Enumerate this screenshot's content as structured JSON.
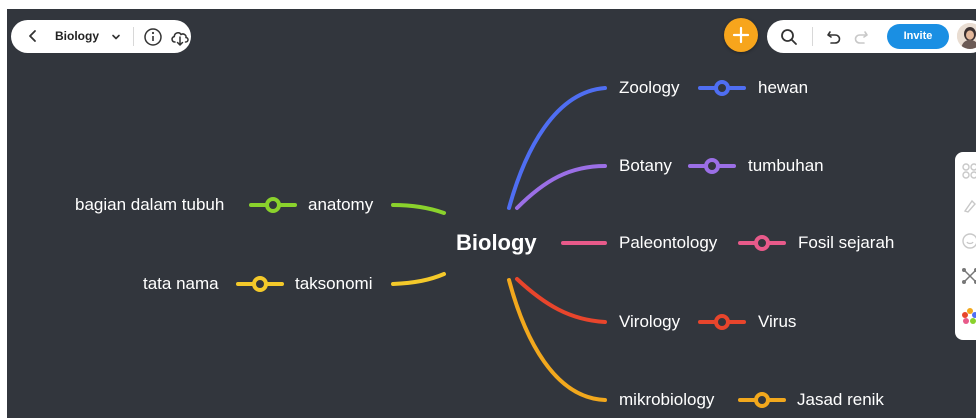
{
  "app": {
    "doc_title": "Biology",
    "invite_label": "Invite"
  },
  "icons": {
    "back": "chevron-left-icon",
    "dropdown": "chevron-down-icon",
    "info": "info-icon",
    "cloud": "cloud-sync-icon",
    "add": "plus-icon",
    "search": "search-icon",
    "undo": "undo-icon",
    "redo": "redo-icon",
    "tools": [
      "structure-icon",
      "marker-icon",
      "sticker-icon",
      "relationship-icon",
      "color-palette-icon"
    ]
  },
  "colors": {
    "canvas": "#32363d",
    "accent_add": "#f7a51c",
    "invite": "#1a8fe3"
  },
  "mindmap": {
    "central": "Biology",
    "right_branches": [
      {
        "label": "Zoology",
        "sub": "hewan",
        "color": "#4f6ef2"
      },
      {
        "label": "Botany",
        "sub": "tumbuhan",
        "color": "#9b6fe6"
      },
      {
        "label": "Paleontology",
        "sub": "Fosil sejarah",
        "color": "#e85a8a"
      },
      {
        "label": "Virology",
        "sub": "Virus",
        "color": "#e8452c"
      },
      {
        "label": "mikrobiology",
        "sub": "Jasad renik",
        "color": "#f2a81d"
      }
    ],
    "left_branches": [
      {
        "label": "anatomy",
        "sub": "bagian dalam tubuh",
        "color": "#8ad22c"
      },
      {
        "label": "taksonomi",
        "sub": "tata nama",
        "color": "#f4c92a"
      }
    ]
  }
}
